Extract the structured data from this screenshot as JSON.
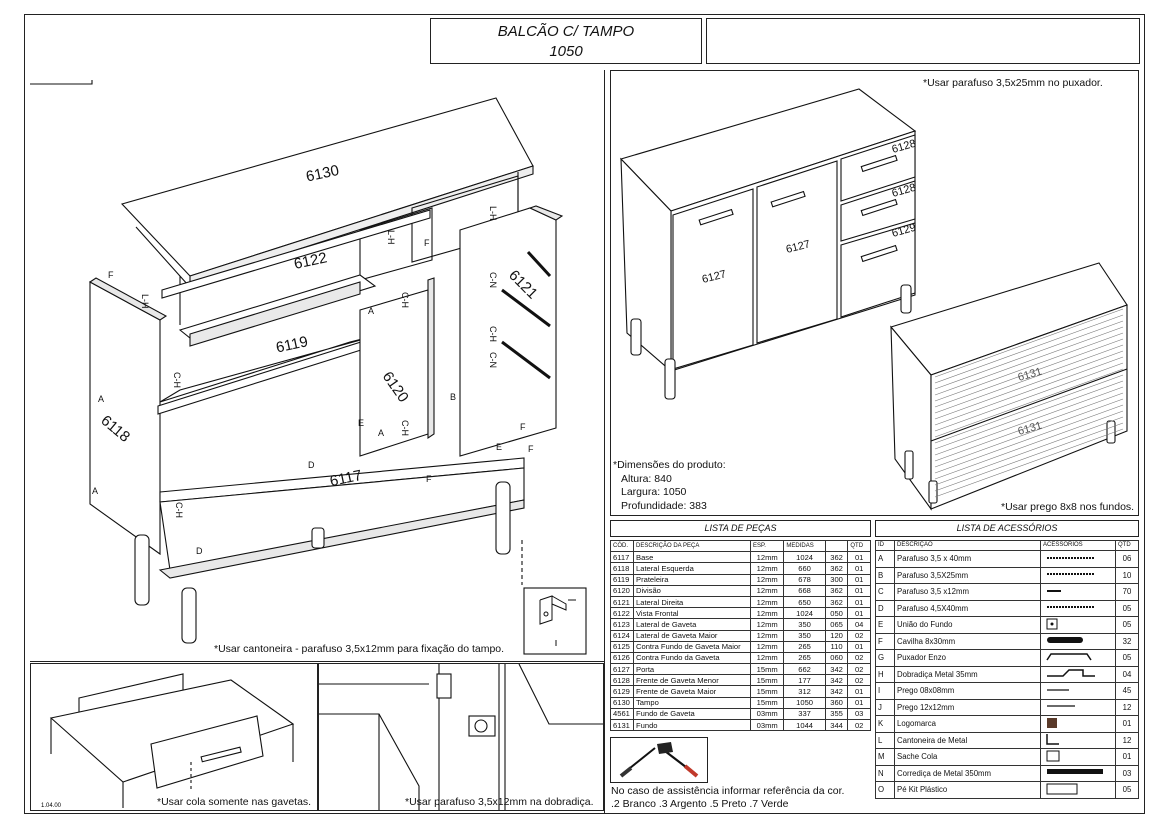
{
  "title": {
    "line1": "BALCÃO C/ TAMPO",
    "line2": "1050"
  },
  "exploded_labels": {
    "top": "6130",
    "front": "6122",
    "shelf": "6119",
    "divider": "6120",
    "right_side": "6121",
    "left_side": "6118",
    "base": "6117",
    "lh1": "L-H",
    "lh2": "L-H",
    "lh3": "L-H",
    "ch1": "C-H",
    "ch2": "C-H",
    "ch3": "C-H",
    "ch4": "C-H",
    "ch5": "C-H",
    "cn1": "C-N",
    "cn2": "C-N",
    "f1": "F",
    "f2": "F",
    "f3": "F",
    "f4": "F",
    "f5": "F",
    "a1": "A",
    "a2": "A",
    "a3": "A",
    "a4": "A",
    "b": "B",
    "d1": "D",
    "d2": "D",
    "e1": "E",
    "e2": "E"
  },
  "product_labels": {
    "d1": "6128",
    "d2": "6128",
    "d3": "6129",
    "door_l": "6127",
    "door_r": "6127",
    "back1": "6131",
    "back2": "6131"
  },
  "notes": {
    "handle": "*Usar parafuso 3,5x25mm no puxador.",
    "cantoneira": "*Usar cantoneira - parafuso 3,5x12mm para fixação do tampo.",
    "cola": "*Usar cola somente nas gavetas.",
    "dobradica": "*Usar parafuso 3,5x12mm na dobradiça.",
    "prego": "*Usar prego 8x8 nos fundos.",
    "small_code": "1.04.00"
  },
  "dimensions": {
    "header": "*Dimensões do produto:",
    "altura": "Altura: 840",
    "largura": "Largura: 1050",
    "profundidade": "Profundidade: 383"
  },
  "parts": {
    "title": "LISTA DE PEÇAS",
    "headers": [
      "CÓD.",
      "DESCRIÇÃO DA PEÇA",
      "ESP.",
      "MEDIDAS",
      "",
      "QTD"
    ],
    "rows": [
      [
        "6117",
        "Base",
        "12mm",
        "1024",
        "362",
        "01"
      ],
      [
        "6118",
        "Lateral Esquerda",
        "12mm",
        "660",
        "362",
        "01"
      ],
      [
        "6119",
        "Prateleira",
        "12mm",
        "678",
        "300",
        "01"
      ],
      [
        "6120",
        "Divisão",
        "12mm",
        "668",
        "362",
        "01"
      ],
      [
        "6121",
        "Lateral Direita",
        "12mm",
        "650",
        "362",
        "01"
      ],
      [
        "6122",
        "Vista Frontal",
        "12mm",
        "1024",
        "050",
        "01"
      ],
      [
        "6123",
        "Lateral de Gaveta",
        "12mm",
        "350",
        "065",
        "04"
      ],
      [
        "6124",
        "Lateral de Gaveta Maior",
        "12mm",
        "350",
        "120",
        "02"
      ],
      [
        "6125",
        "Contra Fundo de Gaveta Maior",
        "12mm",
        "265",
        "110",
        "01"
      ],
      [
        "6126",
        "Contra Fundo da Gaveta",
        "12mm",
        "265",
        "060",
        "02"
      ],
      [
        "6127",
        "Porta",
        "15mm",
        "662",
        "342",
        "02"
      ],
      [
        "6128",
        "Frente de Gaveta Menor",
        "15mm",
        "177",
        "342",
        "02"
      ],
      [
        "6129",
        "Frente de Gaveta Maior",
        "15mm",
        "312",
        "342",
        "01"
      ],
      [
        "6130",
        "Tampo",
        "15mm",
        "1050",
        "360",
        "01"
      ],
      [
        "4561",
        "Fundo de Gaveta",
        "03mm",
        "337",
        "355",
        "03"
      ],
      [
        "6131",
        "Fundo",
        "03mm",
        "1044",
        "344",
        "02"
      ]
    ]
  },
  "accessories": {
    "title": "LISTA DE ACESSÓRIOS",
    "headers": [
      "ID",
      "DESCRIÇÃO",
      "ACESSÓRIOS",
      "QTD"
    ],
    "rows": [
      [
        "A",
        "Parafuso 3,5 x 40mm",
        "06"
      ],
      [
        "B",
        "Parafuso 3,5X25mm",
        "10"
      ],
      [
        "C",
        "Parafuso 3,5 x12mm",
        "70"
      ],
      [
        "D",
        "Parafuso 4,5X40mm",
        "05"
      ],
      [
        "E",
        "União do Fundo",
        "05"
      ],
      [
        "F",
        "Cavilha 8x30mm",
        "32"
      ],
      [
        "G",
        "Puxador Enzo",
        "05"
      ],
      [
        "H",
        "Dobradiça Metal 35mm",
        "04"
      ],
      [
        "I",
        "Prego 08x08mm",
        "45"
      ],
      [
        "J",
        "Prego 12x12mm",
        "12"
      ],
      [
        "K",
        "Logomarca",
        "01"
      ],
      [
        "L",
        "Cantoneira de Metal",
        "12"
      ],
      [
        "M",
        "Sache Cola",
        "01"
      ],
      [
        "N",
        "Corrediça de Metal 350mm",
        "03"
      ],
      [
        "O",
        "Pé Kit Plástico",
        "05"
      ]
    ]
  },
  "assistance": {
    "line1": "No caso de assistência informar referência da cor.",
    "line2": ".2 Branco .3 Argento .5 Preto .7 Verde"
  }
}
